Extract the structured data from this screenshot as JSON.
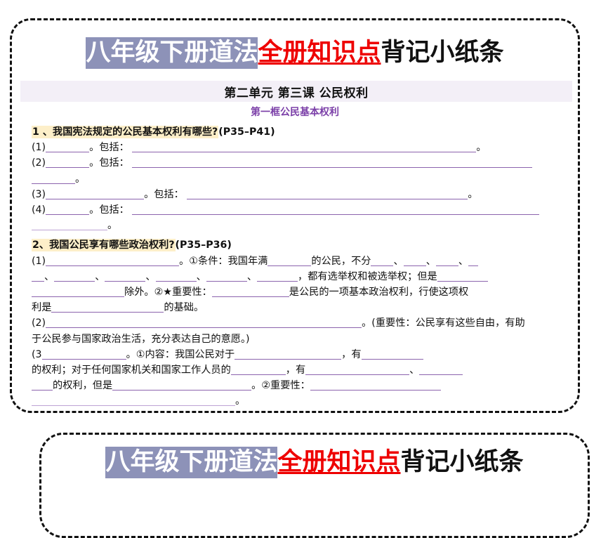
{
  "document": {
    "banner": {
      "segment_gray": "八年级下册道法",
      "segment_red": "全册知识点",
      "segment_black": "背记小纸条",
      "gray_bg_color": "#8d92b8",
      "red_color": "#ee0000",
      "text_color_on_gray": "#ffffff"
    },
    "unit_header": {
      "text": "第二单元 第三课 公民权利",
      "bg_color": "#f3eff7"
    },
    "sub_header": {
      "text": "第一框公民基本权利",
      "color": "#7b3fa8"
    },
    "highlight_color": "#fdefc9",
    "blank_line_color": "#8b63ad",
    "questions": [
      {
        "id": "q1",
        "number": "1 、",
        "title": "我国宪法规定的公民基本权利有哪些?",
        "pages": "(P35–P41)",
        "items": [
          {
            "label": "(1)",
            "before_blank_text": "。包括：",
            "tail": "。"
          },
          {
            "label": "(2)",
            "before_blank_text": "。包括：",
            "tail": "。"
          },
          {
            "label": "(3)",
            "before_blank_text": "。包括：",
            "tail": "。"
          },
          {
            "label": "(4)",
            "before_blank_text": "。包括：",
            "tail": "。"
          }
        ]
      },
      {
        "id": "q2",
        "number": "2、",
        "title": "我国公民享有哪些政治权利?",
        "pages": "(P35–P36)",
        "items": [
          {
            "label": "(1)",
            "text_a": "。①条件：我国年满",
            "text_b": "的公民，不分",
            "sep": "、",
            "text_c": "，都有选举权和被选举权；但是",
            "text_d": "除外。②★重要性：",
            "text_e": "是公民的一项基本政治权利，行使这项权",
            "text_f": "利是",
            "text_g": "的基础。"
          },
          {
            "label": "(2)",
            "text_a": "。(重要性：公民享有这些自由，有助",
            "text_b": "于公民参与国家政治生活，充分表达自己的意愿。)"
          },
          {
            "label": "(3",
            "text_a": "。①内容：我国公民对于",
            "text_b": "，有",
            "text_c": "的权利；对于任何国家机关和国家工作人员的",
            "text_d": "，有",
            "text_e": "、",
            "text_f": "的权利，但是",
            "text_g": "。②重要性：",
            "text_h": "。"
          }
        ]
      }
    ]
  }
}
